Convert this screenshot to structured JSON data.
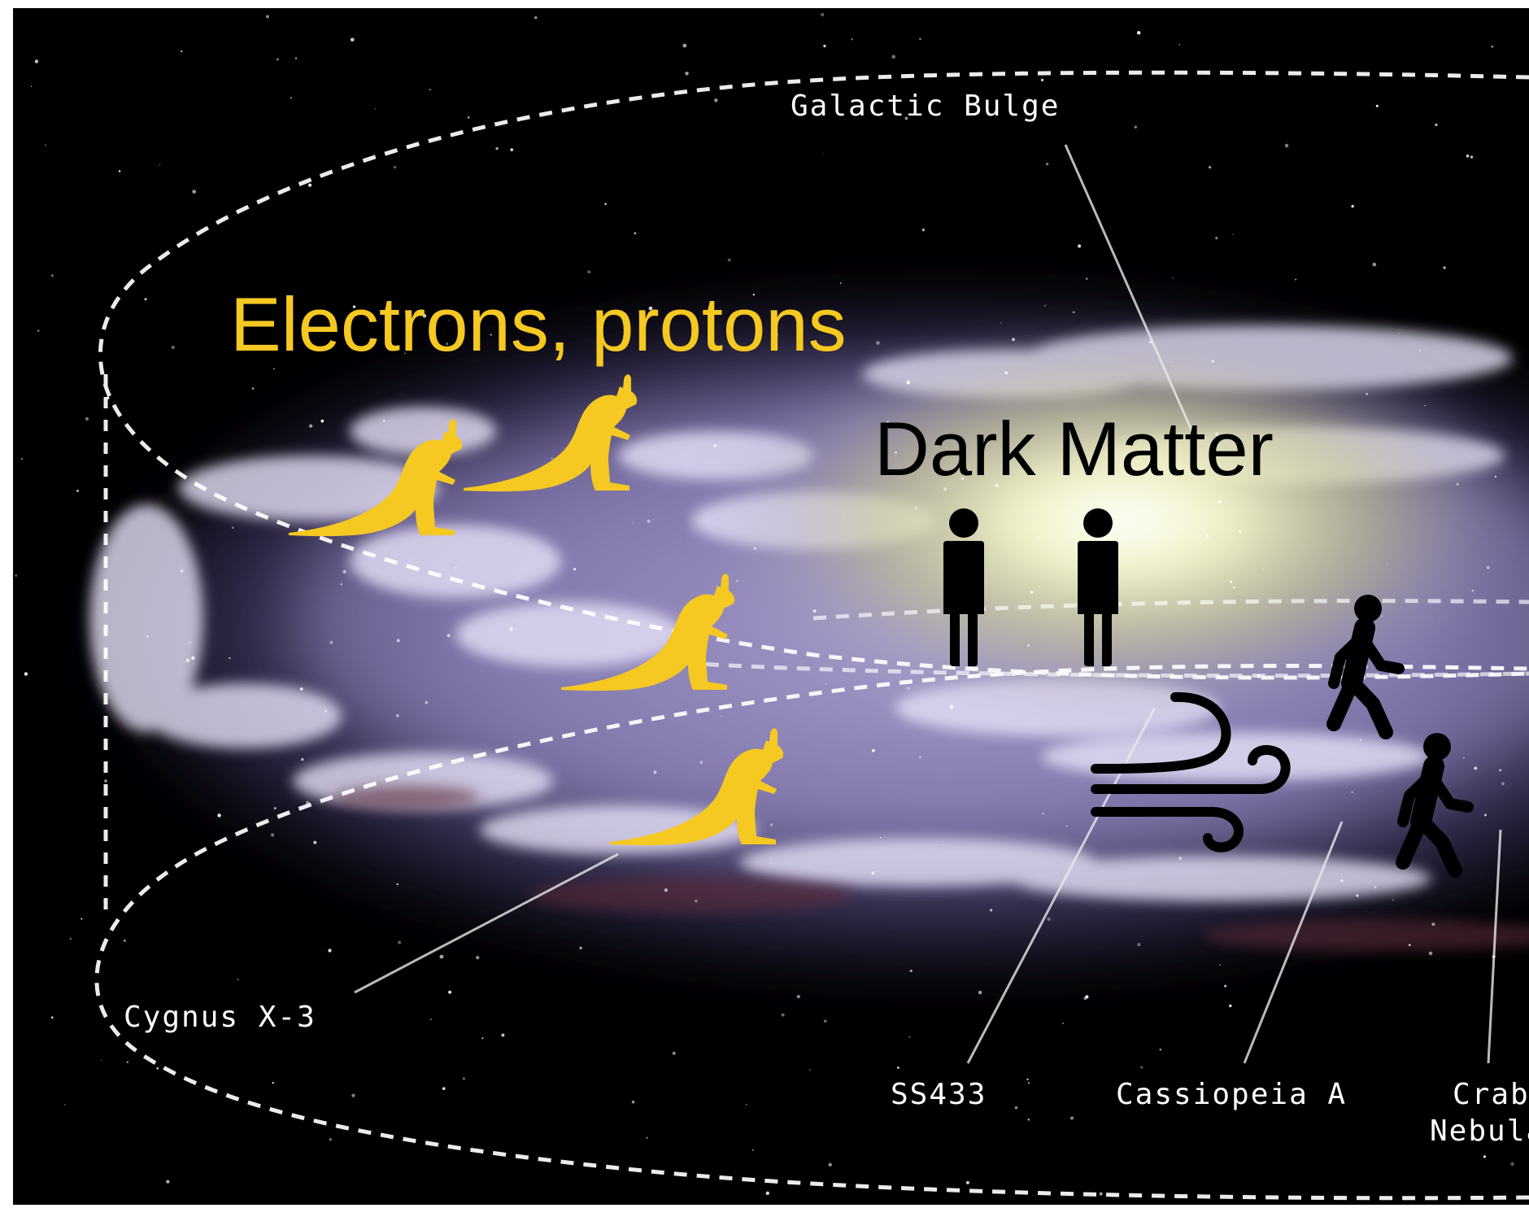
{
  "colors": {
    "background": "#000000",
    "galaxy_purple": "#9a8fc9",
    "galaxy_core": "#f4f6c0",
    "cosmic_ray_label": "#f5c822",
    "kangaroo_icon": "#f5c822",
    "person_icon": "#000000",
    "dark_matter_label": "#000000",
    "annotation_text": "#ffffff",
    "dashed_outline": "#ffffff"
  },
  "labels": {
    "cosmic_rays": "Electrons, protons",
    "dark_matter": "Dark Matter",
    "galactic_bulge": "Galactic Bulge",
    "cygnus": "Cygnus X-3",
    "ss433": "SS433",
    "cassiopeia": "Cassiopeia A",
    "crab_line1": "Crab",
    "crab_line2": "Nebula"
  },
  "icons": {
    "kangaroo": "kangaroo-icon",
    "standing_person": "standing-person-icon",
    "walking_person": "walking-person-icon",
    "wind": "wind-icon"
  }
}
